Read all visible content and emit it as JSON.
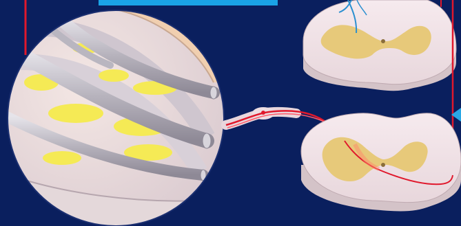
{
  "colors": {
    "background": "#0a1f5e",
    "label_bar": "#1aa3e6",
    "nerve_red": "#e0182c",
    "cord_tissue": "#f2e2e6",
    "grey_matter": "#e7c97a",
    "sheath_yellow": "#f5ea55",
    "fiber_grey": "#b9b6c0",
    "marrow_tan": "#f0cfb0",
    "blue_fiber": "#2a8fd0"
  },
  "icons": [
    "nerve-cross-section-magnifier",
    "spinal-cord-section-upper",
    "spinal-cord-section-lower",
    "pointer-arrow-icon"
  ]
}
